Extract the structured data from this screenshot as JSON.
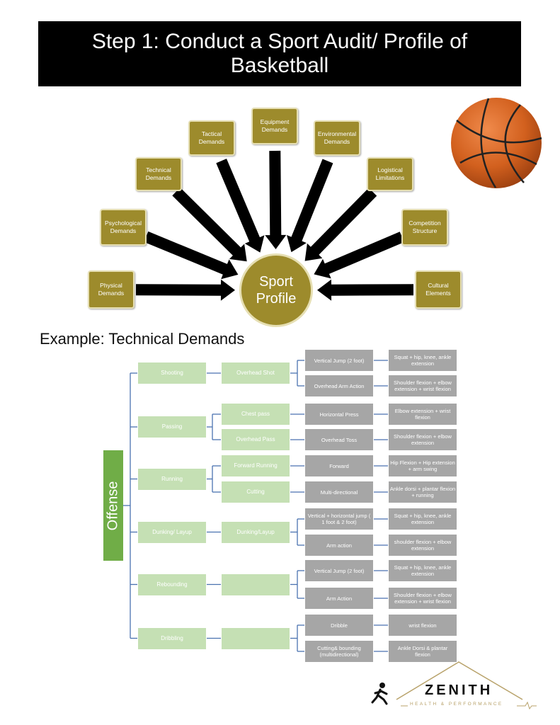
{
  "header": {
    "title": "Step 1: Conduct a Sport Audit/ Profile of\nBasketball"
  },
  "wheel": {
    "center": "Sport\nProfile",
    "items": [
      {
        "id": "physical",
        "label": "Physical Demands"
      },
      {
        "id": "psychological",
        "label": "Psychological Demands"
      },
      {
        "id": "technical",
        "label": "Technical Demands"
      },
      {
        "id": "tactical",
        "label": "Tactical Demands"
      },
      {
        "id": "equipment",
        "label": "Equipment Demands"
      },
      {
        "id": "environmental",
        "label": "Environmental Demands"
      },
      {
        "id": "logistical",
        "label": "Logistical Limitations"
      },
      {
        "id": "competition",
        "label": "Competition Structure"
      },
      {
        "id": "cultural",
        "label": "Cultural Elements"
      }
    ]
  },
  "example": {
    "title": "Example: Technical Demands",
    "root": "Offense",
    "skills": [
      {
        "name": "Shooting",
        "subs": [
          {
            "name": "Overhead Shot",
            "rows": [
              {
                "action": "Vertical Jump (2 foot)",
                "muscle": "Squat + hip, knee, ankle extension"
              },
              {
                "action": "Overhead Arm Action",
                "muscle": "Shoulder flexion + elbow extension + wrist flexion"
              }
            ]
          }
        ]
      },
      {
        "name": "Passing",
        "subs": [
          {
            "name": "Chest pass",
            "rows": [
              {
                "action": "Horizontal Press",
                "muscle": "Elbow extension + wrist flexion"
              }
            ]
          },
          {
            "name": "Overhead Pass",
            "rows": [
              {
                "action": "Overhead Toss",
                "muscle": "Shoulder flexion + elbow extension"
              }
            ]
          }
        ]
      },
      {
        "name": "Running",
        "subs": [
          {
            "name": "Forward Running",
            "rows": [
              {
                "action": "Forward",
                "muscle": "Hip Flexion + Hip extension + arm swing"
              }
            ]
          },
          {
            "name": "Cutting",
            "rows": [
              {
                "action": "Multi-directional",
                "muscle": "Ankle dorsi + plantar flexion + running"
              }
            ]
          }
        ]
      },
      {
        "name": "Dunking/ Layup",
        "subs": [
          {
            "name": "Dunking/Layup",
            "rows": [
              {
                "action": "Vertical + horizontal jump ( 1 foot & 2 foot)",
                "muscle": "Squat + hip, knee, ankle extension"
              },
              {
                "action": "Arm action",
                "muscle": "shoulder flexion + elbow extension"
              }
            ]
          }
        ]
      },
      {
        "name": "Rebounding",
        "subs": [
          {
            "name": "",
            "rows": [
              {
                "action": "Vertical Jump (2 foot)",
                "muscle": "Squat + hip, knee, ankle extension"
              },
              {
                "action": "Arm Action",
                "muscle": "Shoulder flexion + elbow extension + wrist flexion"
              }
            ]
          }
        ]
      },
      {
        "name": "Dribbling",
        "subs": [
          {
            "name": "",
            "rows": [
              {
                "action": "Dribble",
                "muscle": "wrist flexion"
              },
              {
                "action": "Cutting& bounding (multidirectional)",
                "muscle": "Ankle Dorsi & plantar flexion"
              }
            ]
          }
        ]
      }
    ]
  },
  "logo": {
    "name": "ZENITH",
    "tagline": "HEALTH & PERFORMANCE"
  },
  "colors": {
    "gold": "#9d8b2c",
    "green": "#70ad47",
    "light_green": "#c5e0b4",
    "grey": "#a6a6a6",
    "ball": "#d2691e"
  }
}
